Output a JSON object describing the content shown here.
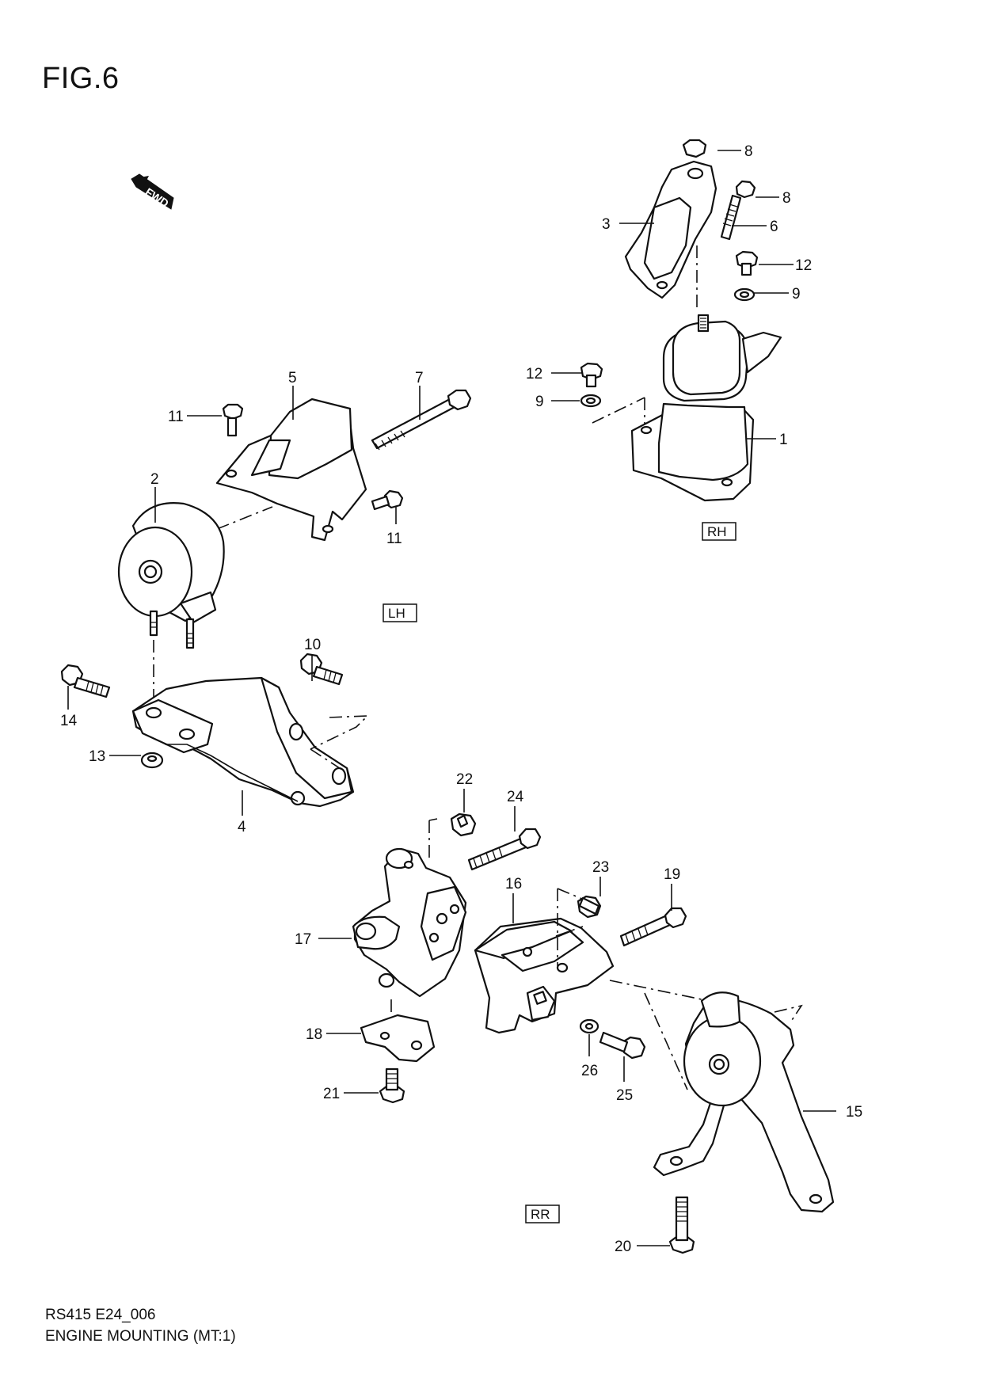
{
  "figure": {
    "title": "FIG.6",
    "code": "RS415 E24_006",
    "name": "ENGINE MOUNTING (MT:1)"
  },
  "direction_marker": "FWD",
  "section_tags": {
    "rh": "RH",
    "lh": "LH",
    "rr": "RR"
  },
  "callouts": {
    "c1": "1",
    "c2": "2",
    "c3": "3",
    "c4": "4",
    "c5": "5",
    "c6": "6",
    "c7": "7",
    "c8a": "8",
    "c8b": "8",
    "c9a": "9",
    "c9b": "9",
    "c10": "10",
    "c11a": "11",
    "c11b": "11",
    "c12a": "12",
    "c12b": "12",
    "c13": "13",
    "c14": "14",
    "c15": "15",
    "c16": "16",
    "c17": "17",
    "c18": "18",
    "c19": "19",
    "c20": "20",
    "c21": "21",
    "c22": "22",
    "c23": "23",
    "c24": "24",
    "c25": "25",
    "c26": "26"
  }
}
